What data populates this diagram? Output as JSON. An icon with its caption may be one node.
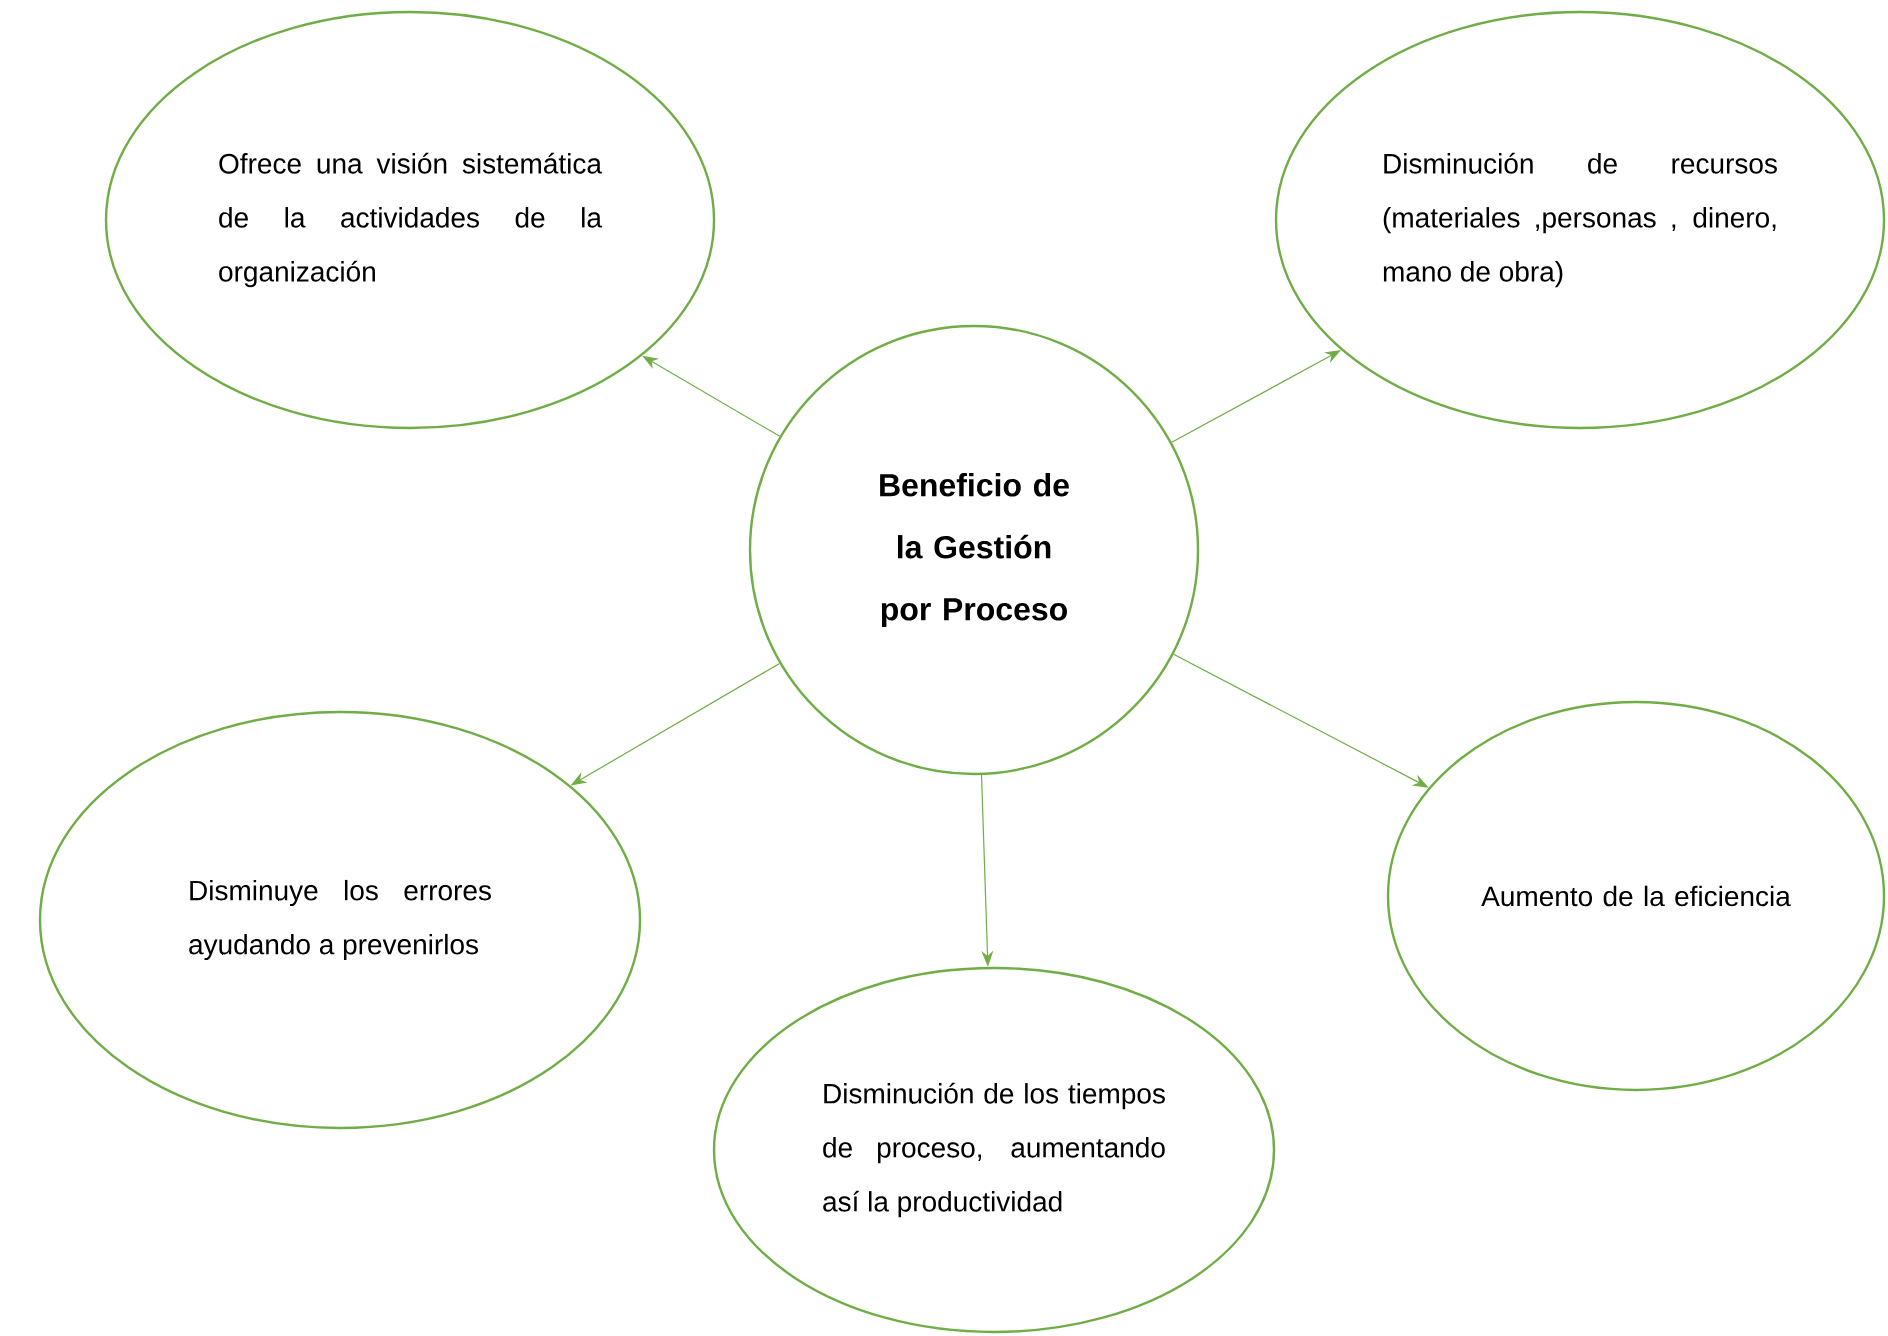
{
  "diagram": {
    "nodes": [
      {
        "text": [
          "Ofrece una visión sistemática de la actividades de la organización"
        ]
      },
      {
        "text": [
          "Disminución de recursos (materiales ,personas , dinero, mano de obra)"
        ]
      },
      {
        "text": [
          "Beneficio de la Gestión por Proceso"
        ]
      },
      {
        "text": [
          "Disminuye los errores ayudando a prevenirlos"
        ]
      },
      {
        "text": [
          "Aumento de la eficiencia"
        ]
      },
      {
        "text": [
          "Disminución de los tiempos de proceso, aumentando así la productividad"
        ]
      }
    ],
    "edges": [
      {
        "from": 2,
        "to": 0,
        "arrow": "to"
      },
      {
        "from": 2,
        "to": 1,
        "arrow": "to"
      },
      {
        "from": 2,
        "to": 3,
        "arrow": "to"
      },
      {
        "from": 2,
        "to": 5,
        "arrow": "to"
      },
      {
        "from": 2,
        "to": 4,
        "arrow": "to"
      }
    ]
  }
}
